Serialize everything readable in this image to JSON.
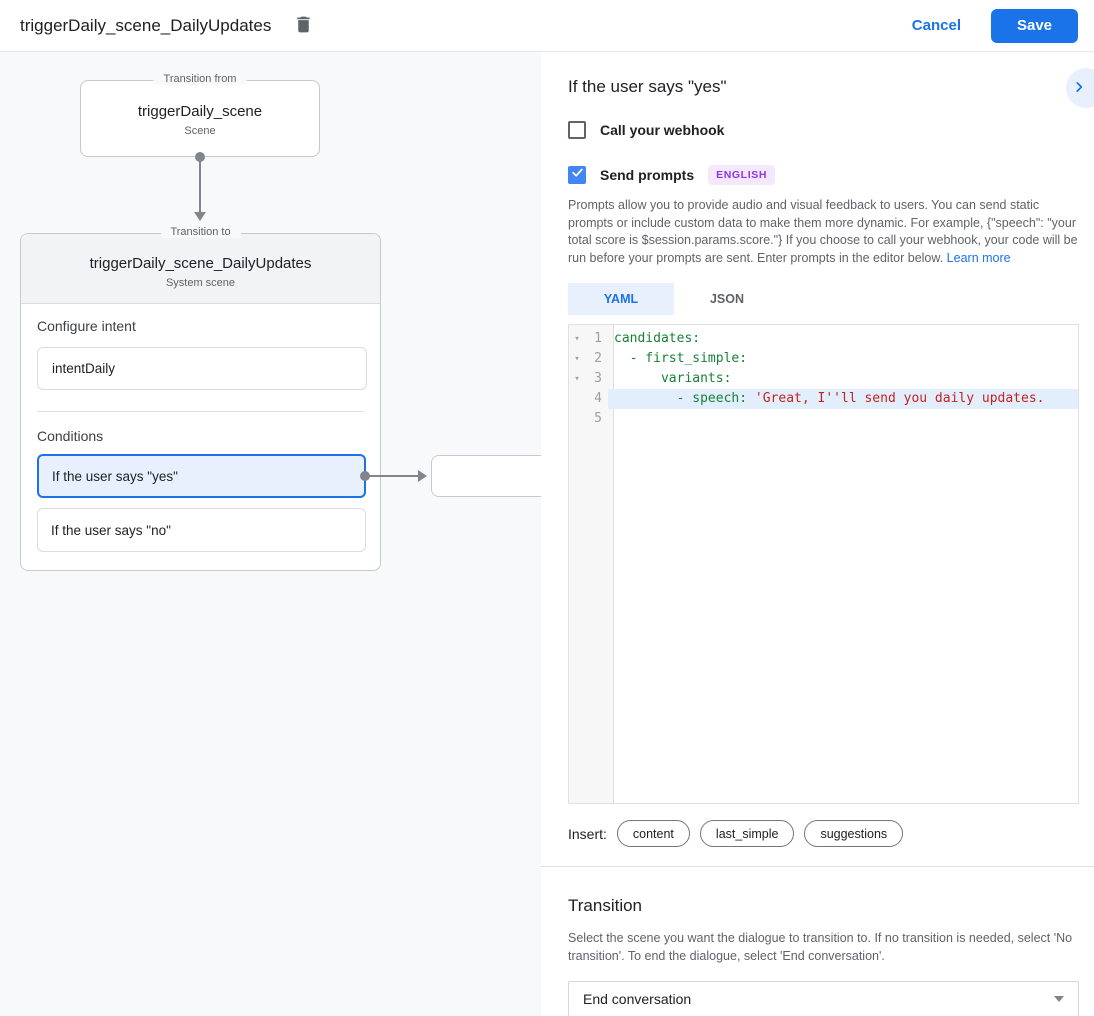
{
  "topbar": {
    "title": "triggerDaily_scene_DailyUpdates",
    "delete_icon": "delete-icon",
    "cancel_label": "Cancel",
    "save_label": "Save"
  },
  "colors": {
    "accent_blue": "#1a73e8",
    "light_blue": "#e8f0fe",
    "checkbox_checked": "#4285f4",
    "badge_bg": "#f3e8fd",
    "badge_text": "#9334e6",
    "code_key_green": "#188038",
    "code_string_red": "#c5221f",
    "panel_bg": "#f8f9fa"
  },
  "diagram": {
    "from_box": {
      "legend": "Transition from",
      "title": "triggerDaily_scene",
      "subtitle": "Scene"
    },
    "to_box": {
      "legend": "Transition to",
      "title": "triggerDaily_scene_DailyUpdates",
      "subtitle": "System scene",
      "configure_intent_label": "Configure intent",
      "intent_value": "intentDaily",
      "conditions_label": "Conditions",
      "conditions": [
        {
          "label": "If the user says \"yes\"",
          "selected": true
        },
        {
          "label": "If the user says \"no\"",
          "selected": false
        }
      ]
    }
  },
  "panel": {
    "heading": "If the user says \"yes\"",
    "expand_icon": "chevron-right-icon",
    "webhook": {
      "label": "Call your webhook",
      "checked": false
    },
    "send_prompts": {
      "label": "Send prompts",
      "checked": true,
      "badge": "ENGLISH"
    },
    "description": "Prompts allow you to provide audio and visual feedback to users. You can send static prompts or include custom data to make them more dynamic. For example, {\"speech\": \"your total score is $session.params.score.\"} If you choose to call your webhook, your code will be run before your prompts are sent. Enter prompts in the editor below. ",
    "learn_more_label": "Learn more",
    "tabs": [
      {
        "label": "YAML",
        "active": true
      },
      {
        "label": "JSON",
        "active": false
      }
    ],
    "editor": {
      "fold_icon": "triangle-down-icon",
      "lines": [
        {
          "n": "1",
          "fold": true,
          "active": false,
          "tokens": [
            [
              "key",
              "candidates:"
            ]
          ]
        },
        {
          "n": "2",
          "fold": true,
          "active": false,
          "tokens": [
            [
              "plain",
              "  "
            ],
            [
              "key",
              "- first_simple:"
            ]
          ]
        },
        {
          "n": "3",
          "fold": true,
          "active": false,
          "tokens": [
            [
              "plain",
              "      "
            ],
            [
              "key",
              "variants:"
            ]
          ]
        },
        {
          "n": "4",
          "fold": false,
          "active": true,
          "tokens": [
            [
              "plain",
              "        "
            ],
            [
              "key",
              "- speech:"
            ],
            [
              "plain",
              " "
            ],
            [
              "string",
              "'Great, I''ll send you daily updates."
            ]
          ]
        },
        {
          "n": "5",
          "fold": false,
          "active": false,
          "tokens": []
        }
      ]
    },
    "insert": {
      "label": "Insert:",
      "chips": [
        "content",
        "last_simple",
        "suggestions"
      ]
    },
    "transition": {
      "heading": "Transition",
      "description": "Select the scene you want the dialogue to transition to. If no transition is needed, select 'No transition'. To end the dialogue, select 'End conversation'.",
      "selected_value": "End conversation",
      "dropdown_icon": "caret-down-icon"
    }
  }
}
